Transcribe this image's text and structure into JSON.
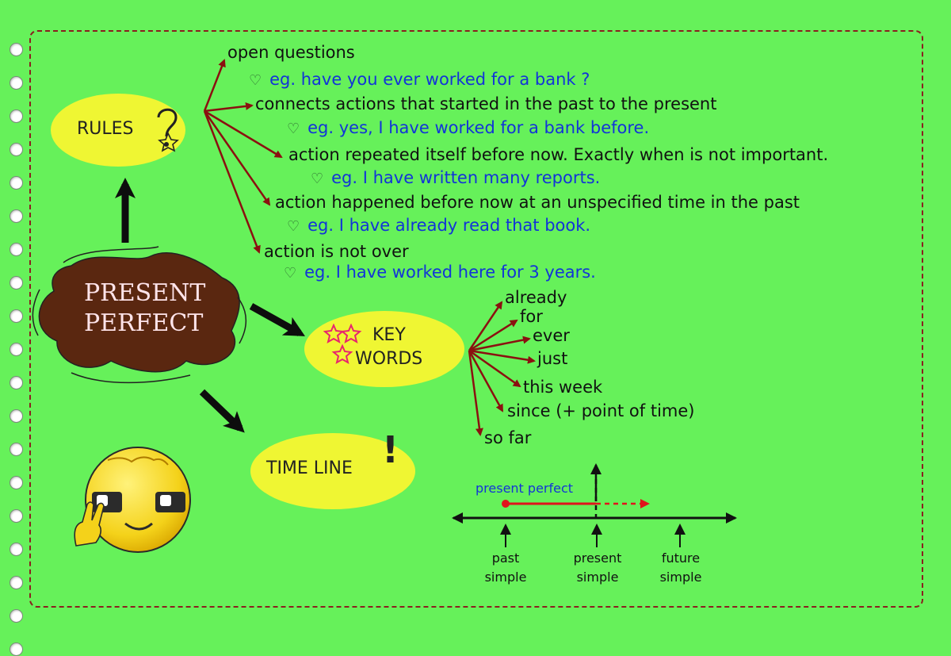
{
  "center": {
    "line1": "PRESENT",
    "line2": "PERFECT"
  },
  "rules": {
    "label": "RULES",
    "items": [
      {
        "text": "open questions",
        "example": "eg. have you ever worked for a bank ?"
      },
      {
        "text": "connects actions that started in the past to the present",
        "example": "eg. yes, I have worked for a bank before."
      },
      {
        "text": "action repeated itself before now. Exactly when is not important.",
        "example": "eg. I have written many reports."
      },
      {
        "text": "action happened before now at an unspecified time in the past",
        "example": "eg. I have already read that book."
      },
      {
        "text": "action is not over",
        "example": "eg. I have worked here for 3 years."
      }
    ]
  },
  "key_words": {
    "line1": "KEY",
    "line2": "WORDS",
    "items": [
      "already",
      "for",
      "ever",
      "just",
      "this week",
      "since (+ point of time)",
      "so far"
    ]
  },
  "timeline": {
    "label": "TIME LINE",
    "exclaim": "!",
    "range_label": "present perfect",
    "points": [
      {
        "line1": "past",
        "line2": "simple"
      },
      {
        "line1": "present",
        "line2": "simple"
      },
      {
        "line1": "future",
        "line2": "simple"
      }
    ]
  },
  "colors": {
    "background": "#66f15a",
    "bubble": "#f7f532",
    "border": "#8b1f1f",
    "arrow": "#8b1010",
    "example_text": "#1234d8",
    "center_blob": "#5a2710"
  },
  "icons": [
    "question-mark-icon",
    "star-icon",
    "heart-icon",
    "smiley-face-icon",
    "arrow-icon"
  ]
}
